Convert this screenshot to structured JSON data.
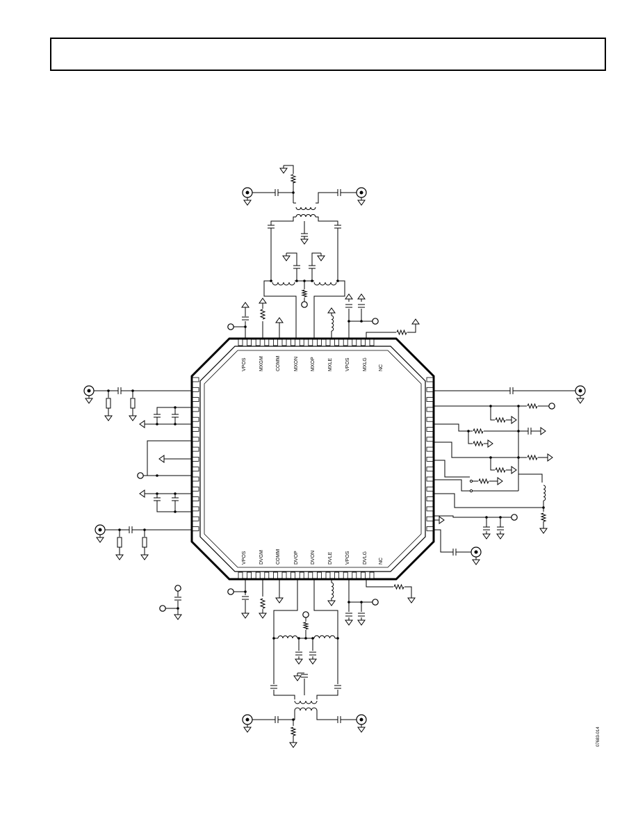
{
  "figure_id": "07683-014",
  "pins_top": [
    "VPOS",
    "MXGM",
    "COMM",
    "MXON",
    "MXOP",
    "MXLE",
    "VPOS",
    "MXLG",
    "NC"
  ],
  "pins_bottom": [
    "VPOS",
    "DVGM",
    "COMM",
    "DVOP",
    "DVON",
    "DVLE",
    "VPOS",
    "DVLG",
    "NC"
  ]
}
